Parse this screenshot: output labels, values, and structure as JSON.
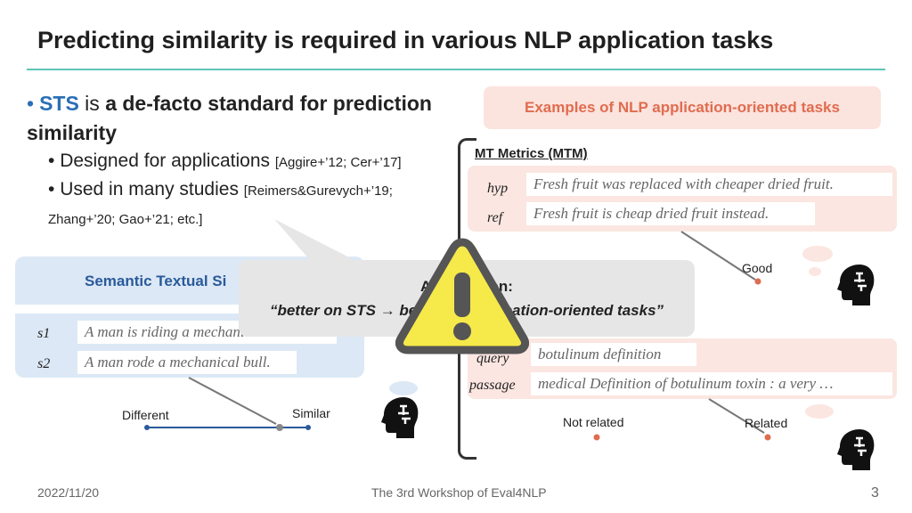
{
  "title": "Predicting similarity is required in various NLP application tasks",
  "bullets": {
    "main_term": "STS",
    "main_is": " is ",
    "main_rest": "a de-facto standard for prediction similarity",
    "sub1_text": "Designed for applications",
    "sub1_cite": "[Aggire+’12; Cer+’17]",
    "sub2_text": "Used in many studies",
    "sub2_cite": "[Reimers&Gurevych+’19; Zhang+’20; Gao+’21; etc.]"
  },
  "examples_header": "Examples of NLP application-oriented tasks",
  "mtm": {
    "label": "MT Metrics (MTM)",
    "hyp_label": "hyp",
    "hyp_text": "Fresh fruit was replaced with cheaper dried fruit.",
    "ref_label": "ref",
    "ref_text": "Fresh fruit is cheap dried fruit instead.",
    "good_label": "Good"
  },
  "sts_panel": {
    "header_visible": "Semantic Textual Si",
    "s1_label": "s1",
    "s1_text": "A man is riding a mechanical bull.",
    "s2_label": "s2",
    "s2_text": "A man rode a mechanical bull.",
    "different_label": "Different",
    "similar_label": "Similar"
  },
  "ir": {
    "query_label": "query",
    "query_text": "botulinum definition",
    "passage_label": "passage",
    "passage_text": "medical Definition of botulinum toxin : a very …",
    "not_related_label": "Not related",
    "related_label": "Related"
  },
  "callout": {
    "line1": "Assumption:",
    "line2": "“better on STS → better on application-oriented tasks”"
  },
  "footer": {
    "date": "2022/11/20",
    "event": "The 3rd Workshop of Eval4NLP",
    "page": "3"
  },
  "colors": {
    "accent_blue": "#2a6fb5",
    "accent_orange": "#e06c4f",
    "rule": "#5fc3b8",
    "warning": "#f6e94a"
  }
}
